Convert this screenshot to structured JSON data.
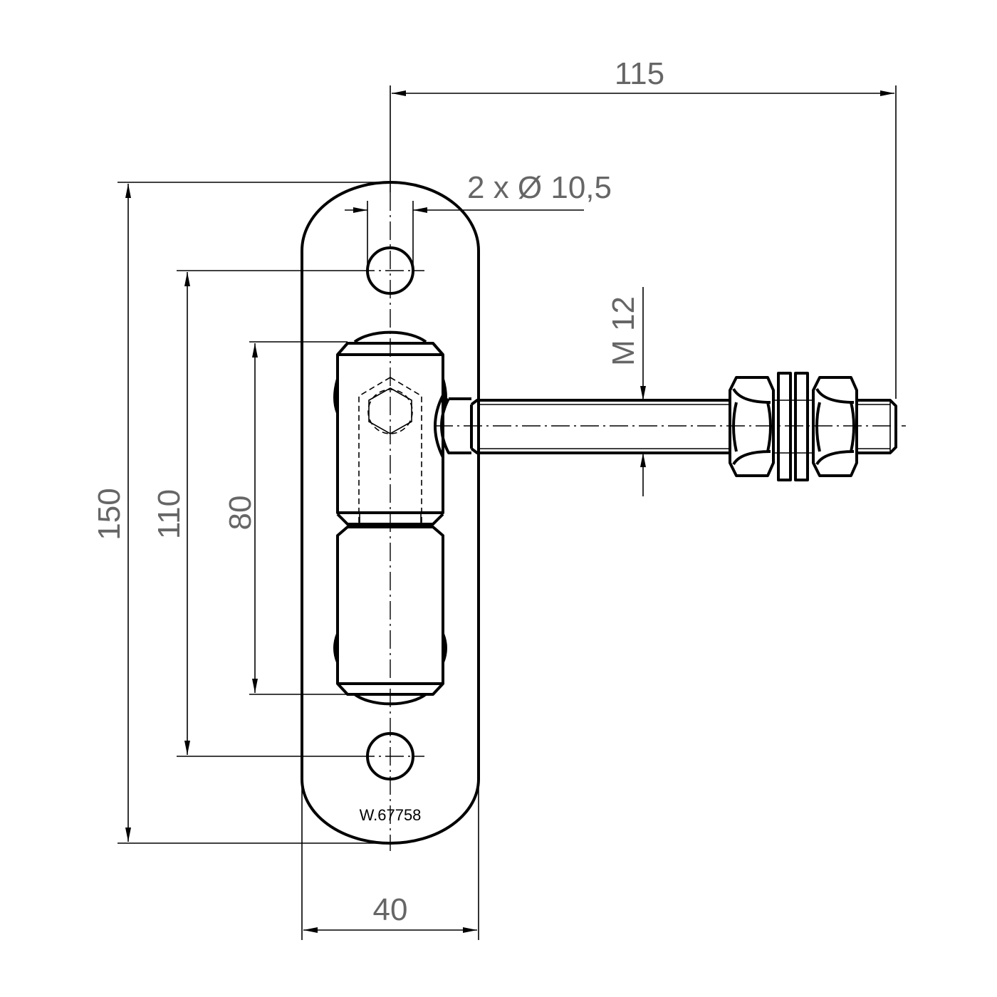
{
  "drawing": {
    "dimensions": {
      "overall_reach": "115",
      "holes": "2 x Ø 10,5",
      "thread": "M 12",
      "plate_height": "150",
      "hole_spacing": "110",
      "knuckle_length": "80",
      "plate_width": "40"
    },
    "part_marking": "W.67758"
  }
}
